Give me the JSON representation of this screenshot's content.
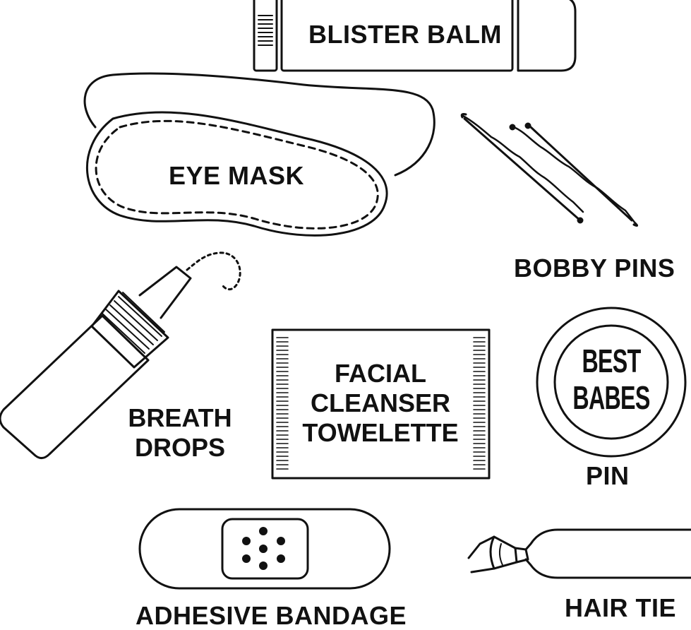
{
  "labels": {
    "blister_balm": "BLISTER BALM",
    "eye_mask": "EYE MASK",
    "bobby_pins": "BOBBY PINS",
    "breath_drops_line1": "BREATH",
    "breath_drops_line2": "DROPS",
    "towelette_line1": "FACIAL",
    "towelette_line2": "CLEANSER",
    "towelette_line3": "TOWELETTE",
    "pin_text_line1": "BEST",
    "pin_text_line2": "BABES",
    "pin": "PIN",
    "adhesive_bandage": "ADHESIVE BANDAGE",
    "hair_tie": "HAIR TIE"
  },
  "colors": {
    "ink": "#111111",
    "background": "#ffffff"
  }
}
